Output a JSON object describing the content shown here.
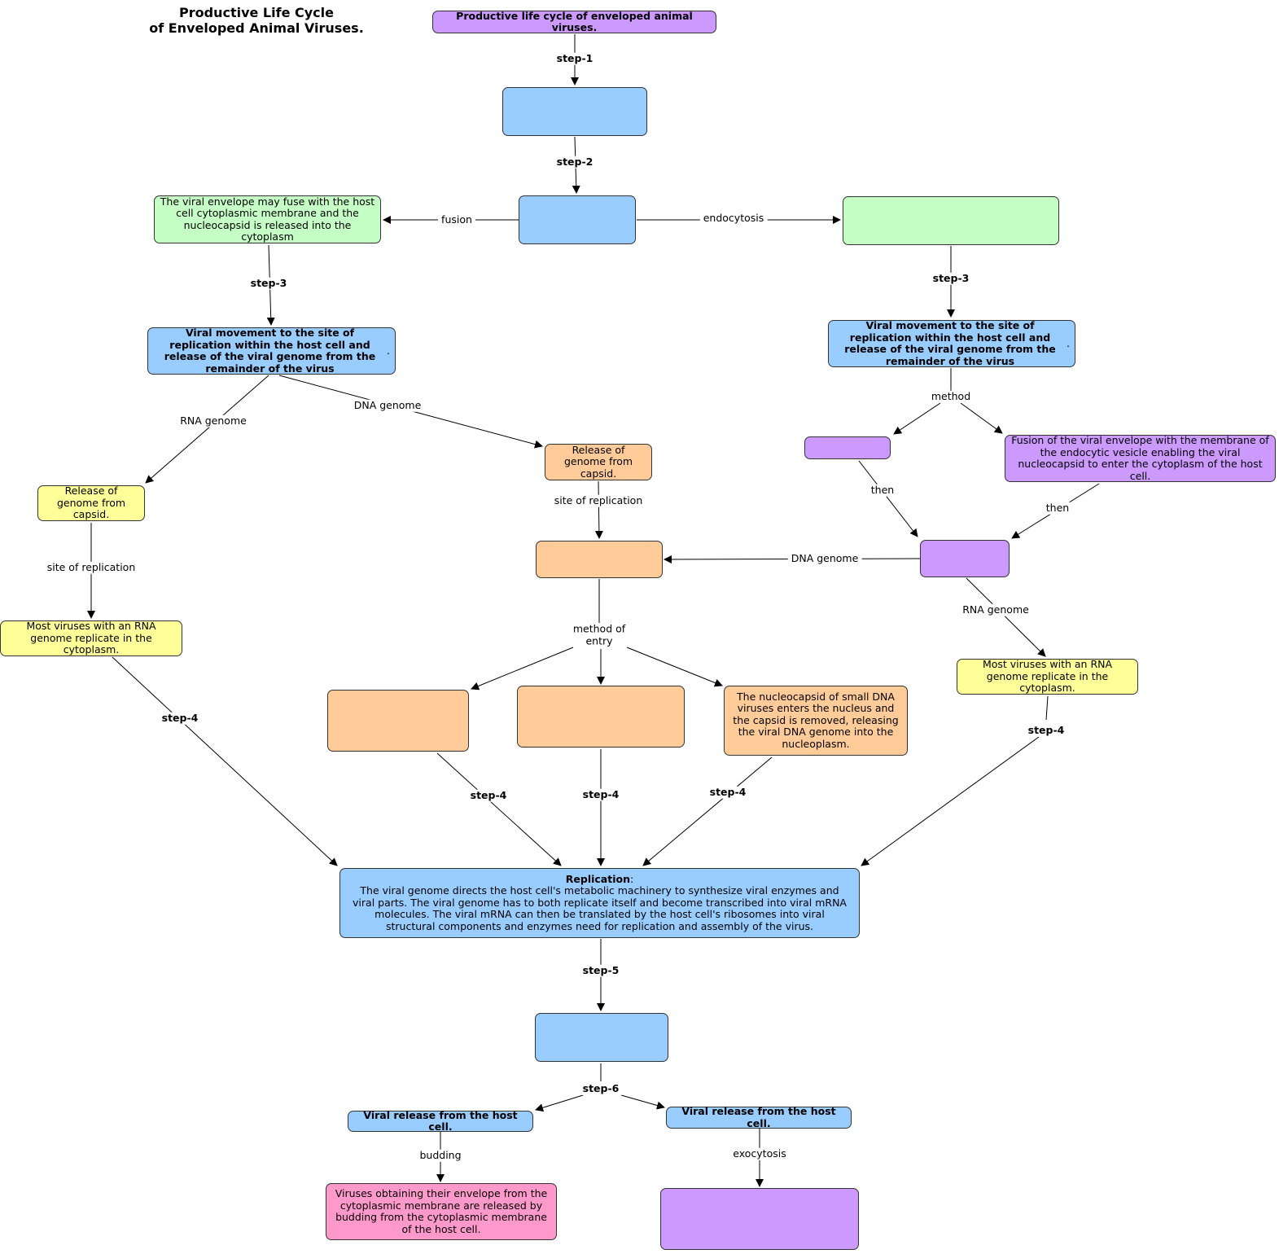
{
  "title": {
    "line1": "Productive Life Cycle",
    "line2": "of Enveloped Animal Viruses."
  },
  "nodes": {
    "root": "Productive life cycle of enveloped animal viruses.",
    "attachment": "",
    "entry": "",
    "fusion_entry": "The viral envelope may fuse with the host cell cytoplasmic membrane and the nucleocapsid is released into the cytoplasm",
    "endocytosis_entry": "",
    "movement_left": "Viral movement to the site of replication within the host cell and release of the viral genome from the remainder of the virus",
    "movement_right": "Viral movement to the site of replication within the host cell and release of the viral genome from the remainder of the virus",
    "release_capsid_left": "Release of genome from capsid.",
    "release_capsid_mid": "Release of genome from capsid.",
    "method_small": "",
    "fusion_vesicle": "Fusion of the viral envelope with the membrane of the endocytic vesicle enabling the viral nucleocapsid to enter the cytoplasm of the host cell.",
    "nucleus_site": "",
    "right_cytoplasm": "",
    "rna_cytoplasm_left": "Most viruses with an RNA genome replicate in the cytoplasm.",
    "rna_cytoplasm_right": "Most viruses with an RNA genome replicate in the cytoplasm.",
    "entry_a": "",
    "entry_b": "",
    "entry_c": "The nucleocapsid of small DNA viruses enters the nucleus and the capsid is removed, releasing the viral DNA genome into the nucleoplasm.",
    "replication_title": "Replication",
    "replication_body": "The viral genome directs the host cell's metabolic machinery to synthesize viral enzymes and viral parts. The viral genome has to both replicate itself and become transcribed into viral mRNA molecules. The viral mRNA can then be translated by the host cell's ribosomes into viral structural components and enzymes need for replication and assembly of the virus.",
    "assembly": "",
    "release_left": "Viral release from the host cell.",
    "release_right": "Viral release from the host cell.",
    "budding_result": "Viruses obtaining their envelope from the cytoplasmic membrane are released by budding from the cytoplasmic membrane of the host cell.",
    "exocytosis_result": ""
  },
  "labels": {
    "step1": "step-1",
    "step2": "step-2",
    "fusion": "fusion",
    "endocytosis": "endocytosis",
    "step3_left": "step-3",
    "step3_right": "step-3",
    "rna_genome_left": "RNA genome",
    "dna_genome_left": "DNA genome",
    "method": "method",
    "then_left": "then",
    "then_right": "then",
    "site_rep_mid": "site of replication",
    "site_rep_left": "site of replication",
    "dna_genome_right": "DNA genome",
    "rna_genome_right": "RNA genome",
    "method_of_entry": "method of\nentry",
    "step4_left": "step-4",
    "step4_a": "step-4",
    "step4_b": "step-4",
    "step4_c": "step-4",
    "step4_right": "step-4",
    "step5": "step-5",
    "step6": "step-6",
    "budding": "budding",
    "exocytosis": "exocytosis"
  },
  "colors": {
    "blue": "#99ccff",
    "green": "#c6ffc6",
    "orange": "#ffcc99",
    "yellow": "#ffff99",
    "purple": "#cc99ff",
    "pink": "#ff99cc"
  }
}
